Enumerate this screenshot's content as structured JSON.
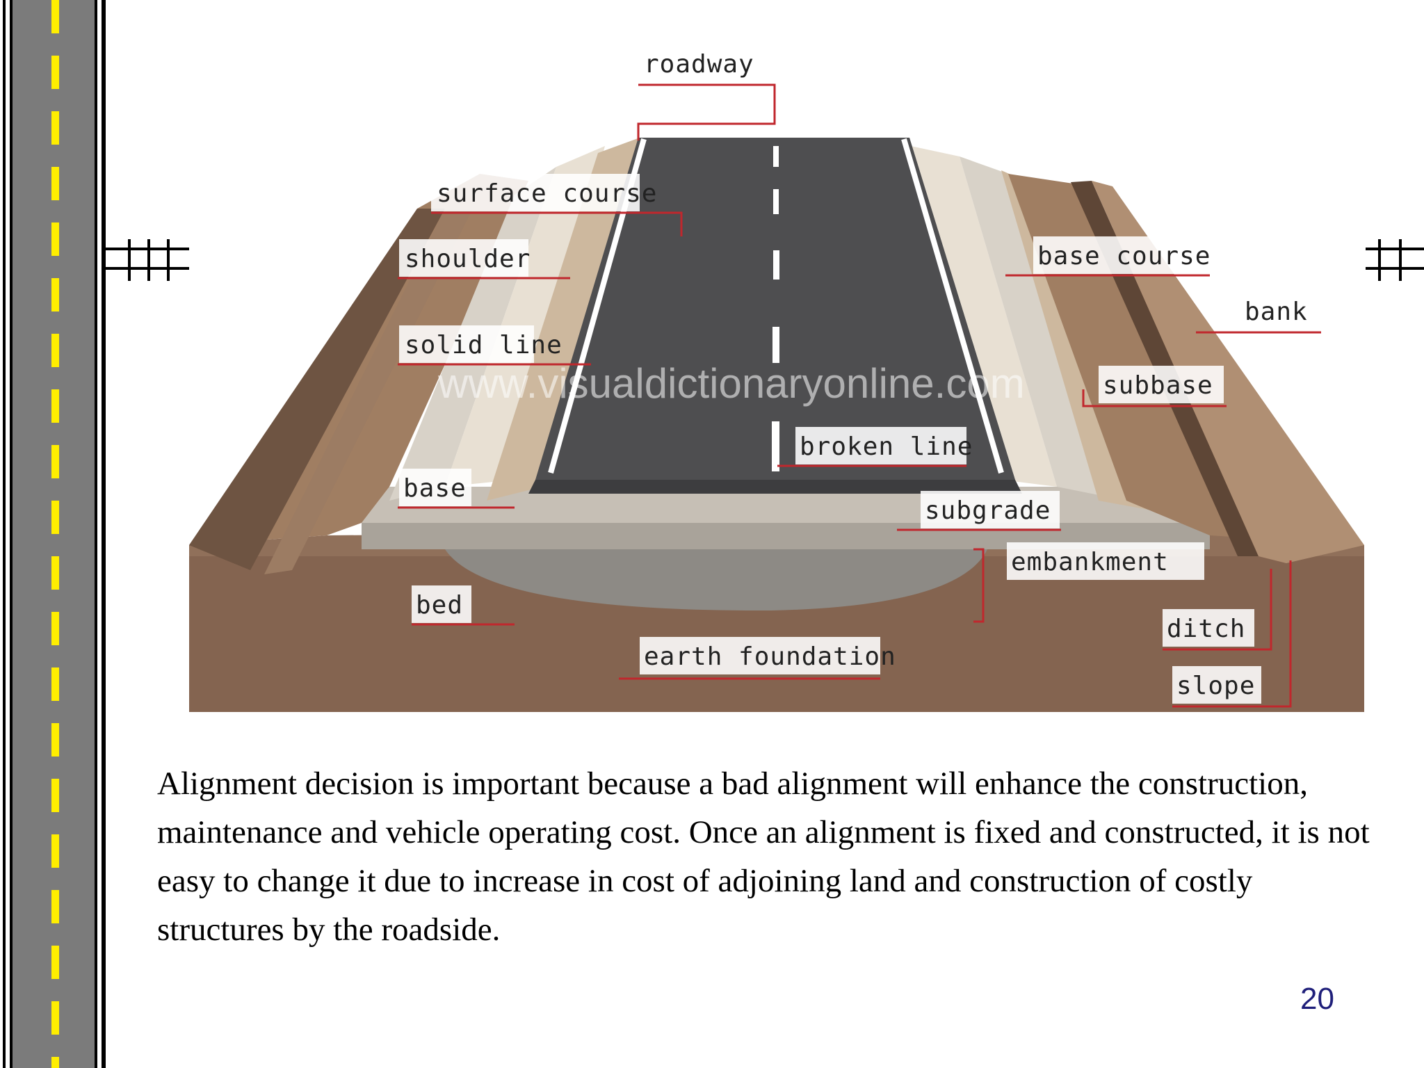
{
  "diagram": {
    "labels": {
      "roadway": "roadway",
      "surface_course": "surface course",
      "shoulder": "shoulder",
      "solid_line": "solid line",
      "base": "base",
      "bed": "bed",
      "base_course": "base course",
      "bank": "bank",
      "subbase": "subbase",
      "broken_line": "broken line",
      "subgrade": "subgrade",
      "embankment": "embankment",
      "ditch": "ditch",
      "slope": "slope",
      "earth_foundation": "earth foundation"
    },
    "watermark": "www.visualdictionaryonline.com",
    "colors": {
      "asphalt": "#4e4e50",
      "soil": "#8c6a52",
      "leader": "#c0272d",
      "road_marking": "#f2e600"
    }
  },
  "body_text": "Alignment decision is important because a bad alignment will enhance the construction, maintenance and vehicle operating cost. Once an alignment is fixed and constructed, it is not easy to change it due to increase in cost of adjoining land and construction of costly structures by the roadside.",
  "page_number": "20"
}
